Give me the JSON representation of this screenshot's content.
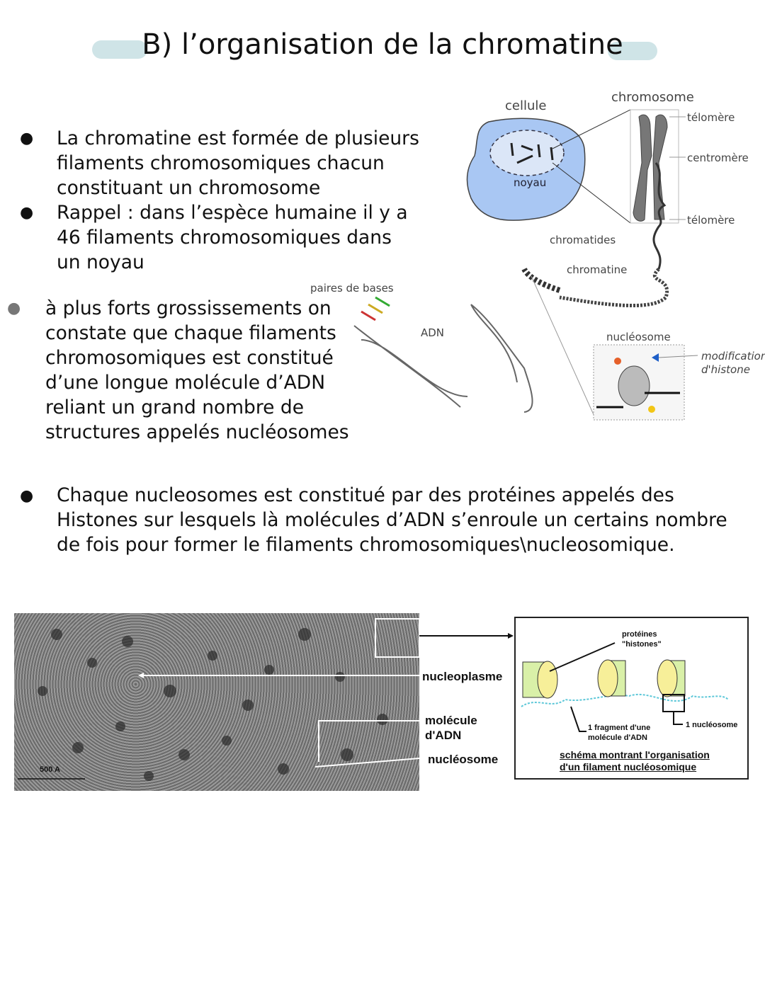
{
  "title": "B) l’organisation de la chromatine",
  "bullets": [
    "La chromatine est formée de plusieurs\nfilaments chromosomiques chacun\nconstituant un chromosome",
    "Rappel : dans l’espèce humaine il y a\n46 filaments   chromosomiques dans\nun noyau",
    "à plus forts grossissements on\nconstate que chaque filaments\nchromosomiques est constitué\nd’une longue molécule d’ADN\nreliant un grand nombre de\nstructures appelés nucléosomes",
    "Chaque nucleosomes est constitué par des protéines appelés des\nHistones sur lesquels là molécules d’ADN s’enroule un certains nombre\nde fois pour former le filaments chromosomiques\\nucleosomique."
  ],
  "diagram": {
    "cellule": "cellule",
    "noyau": "noyau",
    "chromosome": "chromosome",
    "telomere_top": "télomère",
    "centromere": "centromère",
    "telomere_bottom": "télomère",
    "chromatides": "chromatides",
    "chromatine": "chromatine",
    "paires_de_bases": "paires de bases",
    "adn": "ADN",
    "nucleosome": "nucléosome",
    "modification": "modification",
    "histone": "d'histone"
  },
  "micrograph": {
    "nucleoplasme": "nucleoplasme",
    "molecule": "molécule",
    "dadn": "d'ADN",
    "nucleosome": "nucléosome",
    "scale": "500 A"
  },
  "schema": {
    "proteines": "protéines",
    "histones": "\"histones\"",
    "fragment1": "1 fragment d'une",
    "fragment2": "molécule d'ADN",
    "un_nucleosome": "1 nucléosome",
    "caption1": "schéma montrant l'organisation",
    "caption2": "d'un filament nucléosomique"
  }
}
